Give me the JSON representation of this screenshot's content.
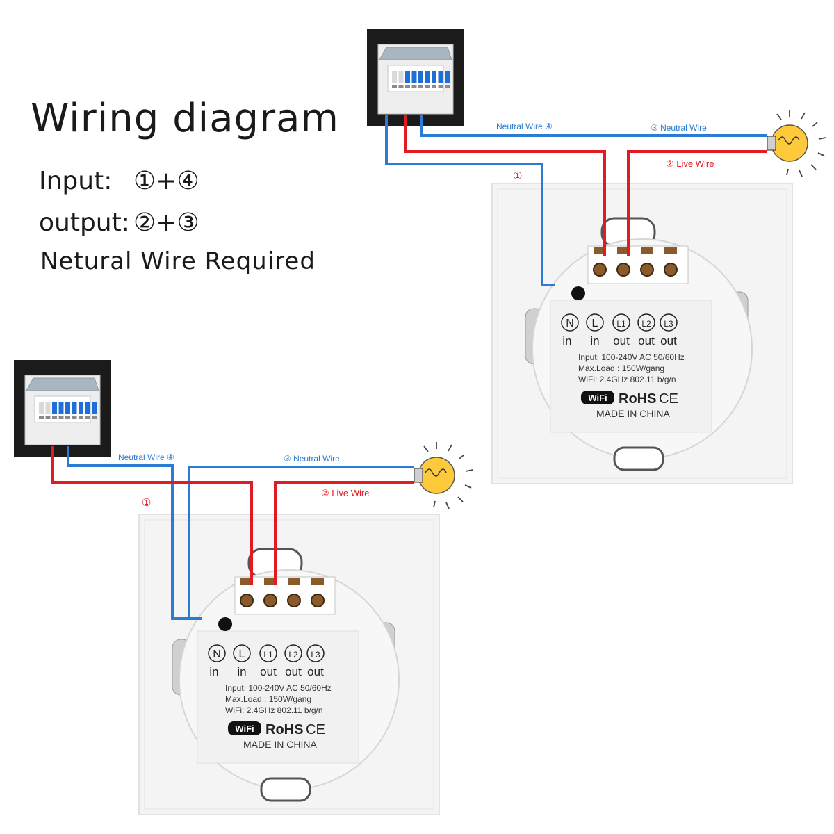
{
  "title": "Wiring diagram",
  "input_label": "Input:",
  "input_value": "①+④",
  "output_label": "output:",
  "output_value": "②+③",
  "note": "Netural Wire Required",
  "colors": {
    "live": "#e11b22",
    "neutral": "#2a7bd1",
    "wire_label_neutral": "#2a7bd1",
    "wire_label_live": "#e11b22",
    "bulb": "#ffc93c"
  },
  "diagrams": [
    {
      "neutral_in": "Neutral Wire ④",
      "neutral_out": "③ Neutral Wire",
      "live_out": "② Live Wire",
      "live_in": "①",
      "terminals": [
        "N",
        "L",
        "L1",
        "L2",
        "L3"
      ],
      "terminal_sub": [
        "in",
        "in",
        "out",
        "out",
        "out"
      ],
      "spec_input": "Input: 100-240V AC 50/60Hz",
      "spec_load": "Max.Load : 150W/gang",
      "spec_wifi": "WiFi: 2.4GHz 802.11 b/g/n",
      "wifi_badge": "WiFi",
      "rohs": "RoHS",
      "ce": "CE",
      "made_in": "MADE IN CHINA"
    },
    {
      "neutral_in": "Neutral Wire ④",
      "neutral_out": "③ Neutral Wire",
      "live_out": "② Live Wire",
      "live_in": "①",
      "terminals": [
        "N",
        "L",
        "L1",
        "L2",
        "L3"
      ],
      "terminal_sub": [
        "in",
        "in",
        "out",
        "out",
        "out"
      ],
      "spec_input": "Input: 100-240V AC 50/60Hz",
      "spec_load": "Max.Load : 150W/gang",
      "spec_wifi": "WiFi: 2.4GHz 802.11 b/g/n",
      "wifi_badge": "WiFi",
      "rohs": "RoHS",
      "ce": "CE",
      "made_in": "MADE IN CHINA"
    }
  ]
}
